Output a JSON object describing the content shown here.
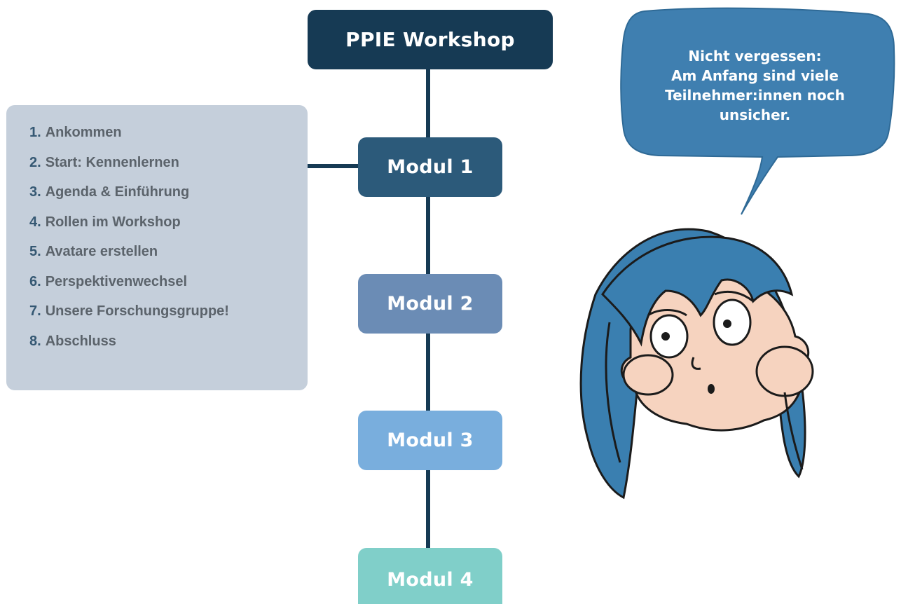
{
  "diagram": {
    "root": {
      "label": "PPIE Workshop",
      "color": "#163a54"
    },
    "modules": [
      {
        "label": "Modul 1",
        "color": "#2c5a7a"
      },
      {
        "label": "Modul 2",
        "color": "#6b8cb5"
      },
      {
        "label": "Modul 3",
        "color": "#79aedd"
      },
      {
        "label": "Modul 4",
        "color": "#80cfc9"
      }
    ],
    "connector_color": "#163a54"
  },
  "agenda": {
    "items": [
      {
        "num": "1.",
        "label": "Ankommen"
      },
      {
        "num": "2.",
        "label": "Start: Kennenlernen"
      },
      {
        "num": "3.",
        "label": "Agenda & Einführung"
      },
      {
        "num": "4.",
        "label": "Rollen im Workshop"
      },
      {
        "num": "5.",
        "label": "Avatare erstellen"
      },
      {
        "num": "6.",
        "label": "Perspektivenwechsel"
      },
      {
        "num": "7.",
        "label": "Unsere Forschungsgruppe!"
      },
      {
        "num": "8.",
        "label": "Abschluss"
      }
    ]
  },
  "speech_bubble": {
    "lines": [
      "Nicht vergessen:",
      "Am Anfang sind viele",
      "Teilnehmer:innen noch",
      "unsicher."
    ],
    "color": "#3f7fb0"
  },
  "illustration": {
    "name": "cartoon-girl-face",
    "hair_color": "#3a7fb0",
    "skin_color": "#f6d3bf"
  }
}
